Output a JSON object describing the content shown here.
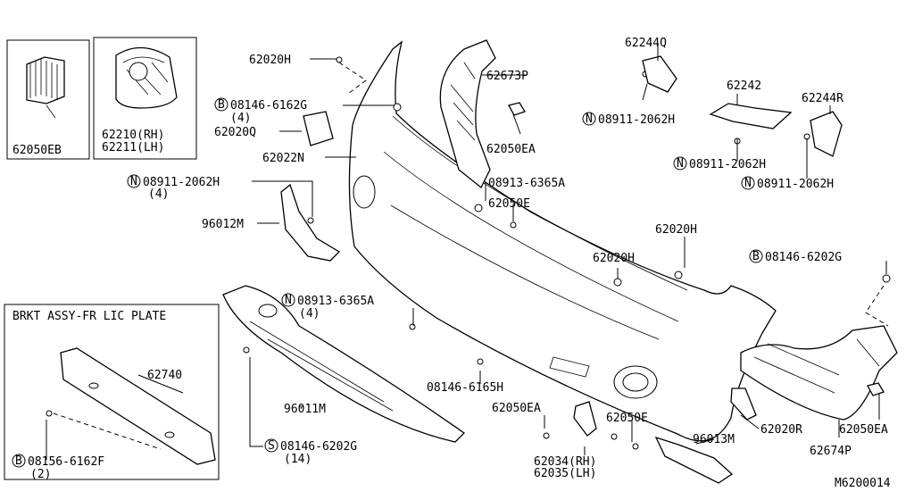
{
  "diagram_id": "M6200014",
  "box_title": "BRKT ASSY-FR LIC PLATE",
  "labels": {
    "p62050EB": "62050EB",
    "p62210": "62210(RH)",
    "p62211": "62211(LH)",
    "p62020H_top": "62020H",
    "p08146_6162G": "08146-6162G",
    "p08146_6162G_qty": "(4)",
    "p62020Q": "62020Q",
    "p62022N": "62022N",
    "p08911_left": "08911-2062H",
    "p08911_left_qty": "(4)",
    "p96012M": "96012M",
    "p62673P": "62673P",
    "p62050EA_top": "62050EA",
    "p08913_6365A_top": "08913-6365A",
    "p62050E_mid": "62050E",
    "p62244Q": "62244Q",
    "p08911_q": "08911-2062H",
    "p62242": "62242",
    "p62244R": "62244R",
    "p08911_242": "08911-2062H",
    "p08911_r": "08911-2062H",
    "p62020H_mid": "62020H",
    "p62020H_right": "62020H",
    "p08146_6202G_right": "08146-6202G",
    "p08913_6365A_low": "08913-6365A",
    "p08913_6365A_low_qty": "(4)",
    "p08146_6165H": "08146-6165H",
    "p96011M": "96011M",
    "p08146_6202G_low": "08146-6202G",
    "p08146_6202G_low_qty": "(14)",
    "p62740": "62740",
    "p08156_6162F": "08156-6162F",
    "p08156_6162F_qty": "(2)",
    "p62050EA_low": "62050EA",
    "p62050E_low": "62050E",
    "p62034": "62034(RH)",
    "p62035": "62035(LH)",
    "p96013M": "96013M",
    "p62020R": "62020R",
    "p62674P": "62674P",
    "p62050EA_right": "62050EA"
  },
  "prefix_letters": {
    "B": "B",
    "N": "N",
    "S": "S"
  }
}
